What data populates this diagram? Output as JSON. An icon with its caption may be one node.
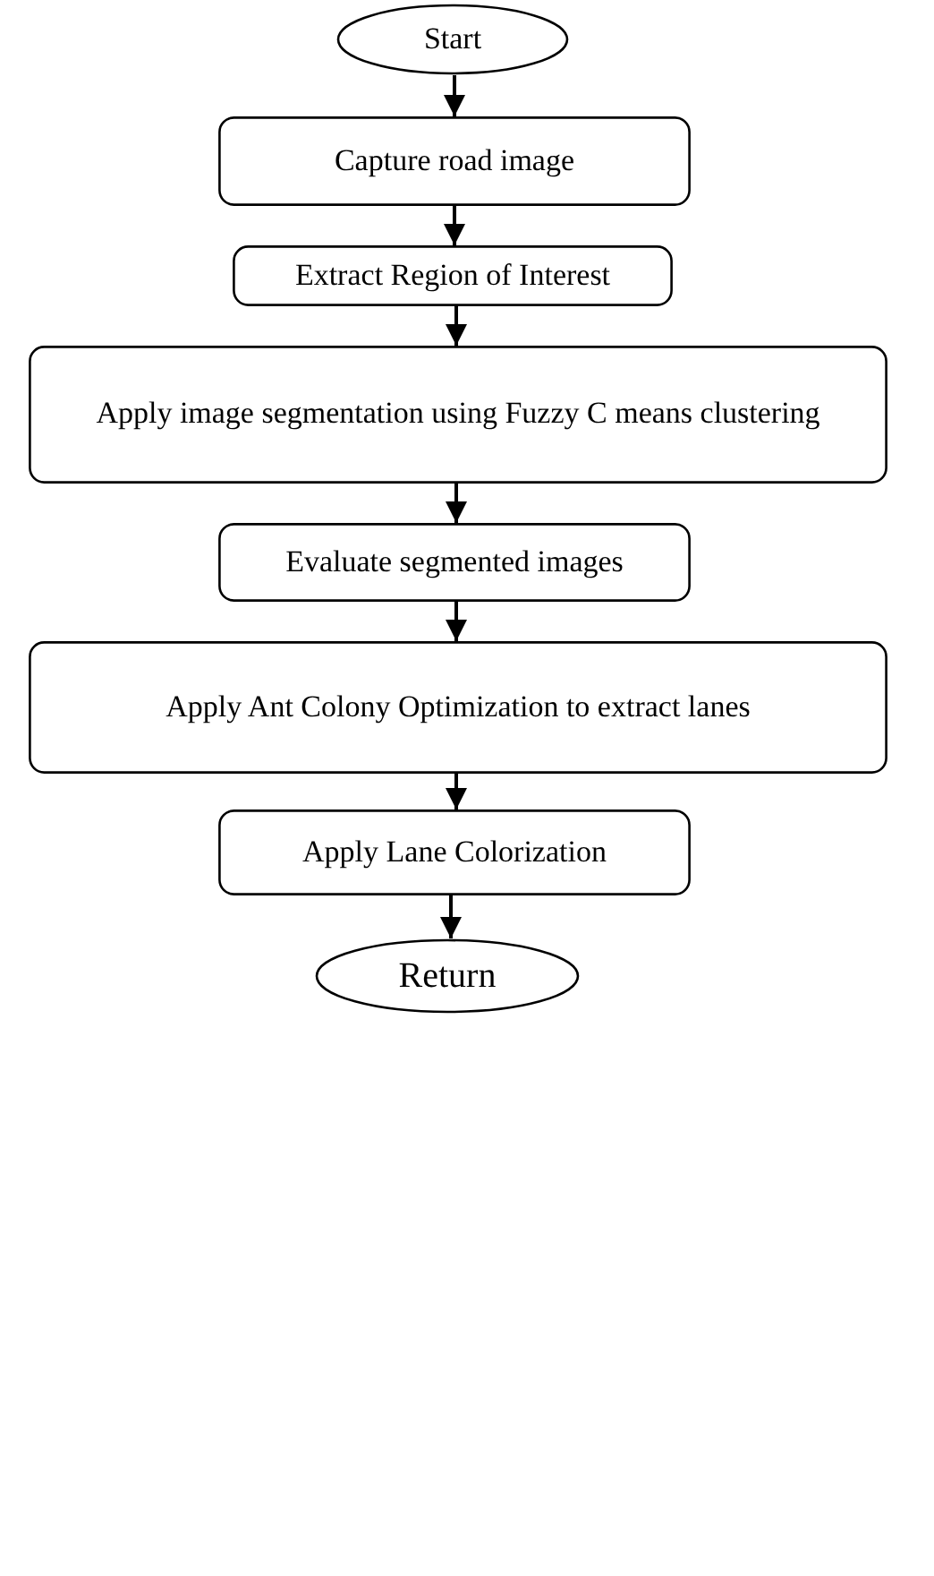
{
  "diagram": {
    "nodes": [
      {
        "text": [
          "Start"
        ]
      },
      {
        "text": [
          "Capture road image"
        ]
      },
      {
        "text": [
          "Extract Region of Interest"
        ]
      },
      {
        "text": [
          "Apply image segmentation using Fuzzy C means clustering"
        ]
      },
      {
        "text": [
          "Evaluate segmented images"
        ]
      },
      {
        "text": [
          "Apply Ant Colony Optimization to extract lanes"
        ]
      },
      {
        "text": [
          "Apply Lane Colorization"
        ]
      },
      {
        "text": [
          "Return"
        ]
      }
    ],
    "edges": [
      {
        "from": 0,
        "to": 1,
        "arrow": "to"
      },
      {
        "from": 1,
        "to": 2,
        "arrow": "to"
      },
      {
        "from": 2,
        "to": 3,
        "arrow": "to"
      },
      {
        "from": 3,
        "to": 4,
        "arrow": "to"
      },
      {
        "from": 4,
        "to": 5,
        "arrow": "to"
      },
      {
        "from": 5,
        "to": 6,
        "arrow": "to"
      },
      {
        "from": 6,
        "to": 7,
        "arrow": "to"
      }
    ]
  }
}
